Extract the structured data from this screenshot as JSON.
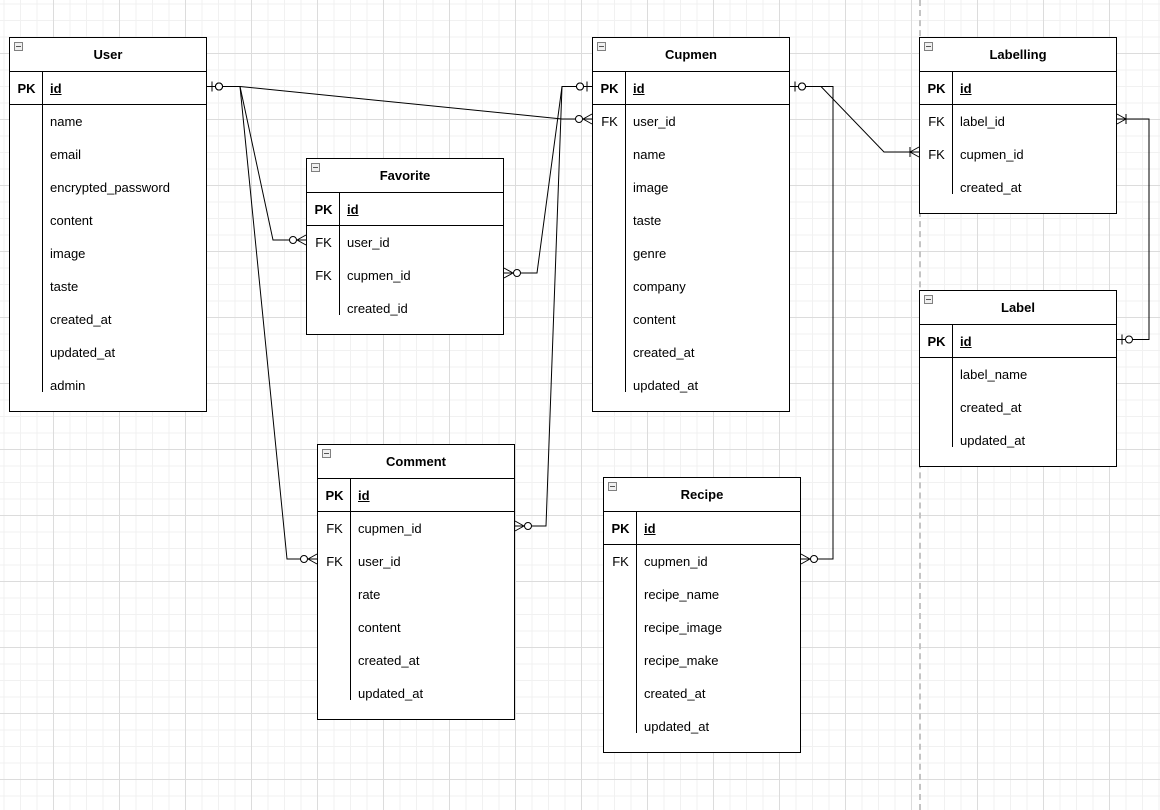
{
  "page": {
    "page_break": true,
    "grid": true
  },
  "entities": [
    {
      "id": "user",
      "title": "User",
      "fields": [
        {
          "key": "PK",
          "name": "id"
        },
        {
          "key": "",
          "name": "name"
        },
        {
          "key": "",
          "name": "email"
        },
        {
          "key": "",
          "name": "encrypted_password"
        },
        {
          "key": "",
          "name": "content"
        },
        {
          "key": "",
          "name": "image"
        },
        {
          "key": "",
          "name": "taste"
        },
        {
          "key": "",
          "name": "created_at"
        },
        {
          "key": "",
          "name": "updated_at"
        },
        {
          "key": "",
          "name": "admin"
        }
      ]
    },
    {
      "id": "favorite",
      "title": "Favorite",
      "fields": [
        {
          "key": "PK",
          "name": "id"
        },
        {
          "key": "FK",
          "name": "user_id"
        },
        {
          "key": "FK",
          "name": "cupmen_id"
        },
        {
          "key": "",
          "name": "created_id"
        }
      ]
    },
    {
      "id": "comment",
      "title": "Comment",
      "fields": [
        {
          "key": "PK",
          "name": "id"
        },
        {
          "key": "FK",
          "name": "cupmen_id"
        },
        {
          "key": "FK",
          "name": "user_id"
        },
        {
          "key": "",
          "name": "rate"
        },
        {
          "key": "",
          "name": "content"
        },
        {
          "key": "",
          "name": "created_at"
        },
        {
          "key": "",
          "name": "updated_at"
        }
      ]
    },
    {
      "id": "cupmen",
      "title": "Cupmen",
      "fields": [
        {
          "key": "PK",
          "name": "id"
        },
        {
          "key": "FK",
          "name": "user_id"
        },
        {
          "key": "",
          "name": "name"
        },
        {
          "key": "",
          "name": "image"
        },
        {
          "key": "",
          "name": "taste"
        },
        {
          "key": "",
          "name": "genre"
        },
        {
          "key": "",
          "name": "company"
        },
        {
          "key": "",
          "name": "content"
        },
        {
          "key": "",
          "name": "created_at"
        },
        {
          "key": "",
          "name": "updated_at"
        }
      ]
    },
    {
      "id": "recipe",
      "title": "Recipe",
      "fields": [
        {
          "key": "PK",
          "name": "id"
        },
        {
          "key": "FK",
          "name": "cupmen_id"
        },
        {
          "key": "",
          "name": "recipe_name"
        },
        {
          "key": "",
          "name": "recipe_image"
        },
        {
          "key": "",
          "name": "recipe_make"
        },
        {
          "key": "",
          "name": "created_at"
        },
        {
          "key": "",
          "name": "updated_at"
        }
      ]
    },
    {
      "id": "labelling",
      "title": "Labelling",
      "fields": [
        {
          "key": "PK",
          "name": "id"
        },
        {
          "key": "FK",
          "name": "label_id"
        },
        {
          "key": "FK",
          "name": "cupmen_id"
        },
        {
          "key": "",
          "name": "created_at"
        }
      ]
    },
    {
      "id": "label",
      "title": "Label",
      "fields": [
        {
          "key": "PK",
          "name": "id"
        },
        {
          "key": "",
          "name": "label_name"
        },
        {
          "key": "",
          "name": "created_at"
        },
        {
          "key": "",
          "name": "updated_at"
        }
      ]
    }
  ],
  "relationships": [
    {
      "id": "user-favorite",
      "from": "user.id",
      "to": "favorite.user_id",
      "from_end": "one-optional",
      "to_end": "many-optional"
    },
    {
      "id": "user-comment",
      "from": "user.id",
      "to": "comment.user_id",
      "from_end": "one-optional",
      "to_end": "many-optional"
    },
    {
      "id": "user-cupmen",
      "from": "user.id",
      "to": "cupmen.user_id",
      "from_end": "one-optional",
      "to_end": "many-optional"
    },
    {
      "id": "favorite-cupmen",
      "from": "favorite.cupmen_id",
      "to": "cupmen.id",
      "from_end": "many-optional",
      "to_end": "one-optional"
    },
    {
      "id": "comment-cupmen",
      "from": "comment.cupmen_id",
      "to": "cupmen.id",
      "from_end": "many-optional",
      "to_end": "one-optional"
    },
    {
      "id": "cupmen-labelling",
      "from": "cupmen.id",
      "to": "labelling.cupmen_id",
      "from_end": "one-optional",
      "to_end": "many-mandatory"
    },
    {
      "id": "cupmen-recipe",
      "from": "cupmen.id",
      "to": "recipe.cupmen_id",
      "from_end": "one-optional",
      "to_end": "many-optional"
    },
    {
      "id": "label-labelling",
      "from": "label.id",
      "to": "labelling.label_id",
      "from_end": "one-optional",
      "to_end": "many-mandatory"
    }
  ]
}
